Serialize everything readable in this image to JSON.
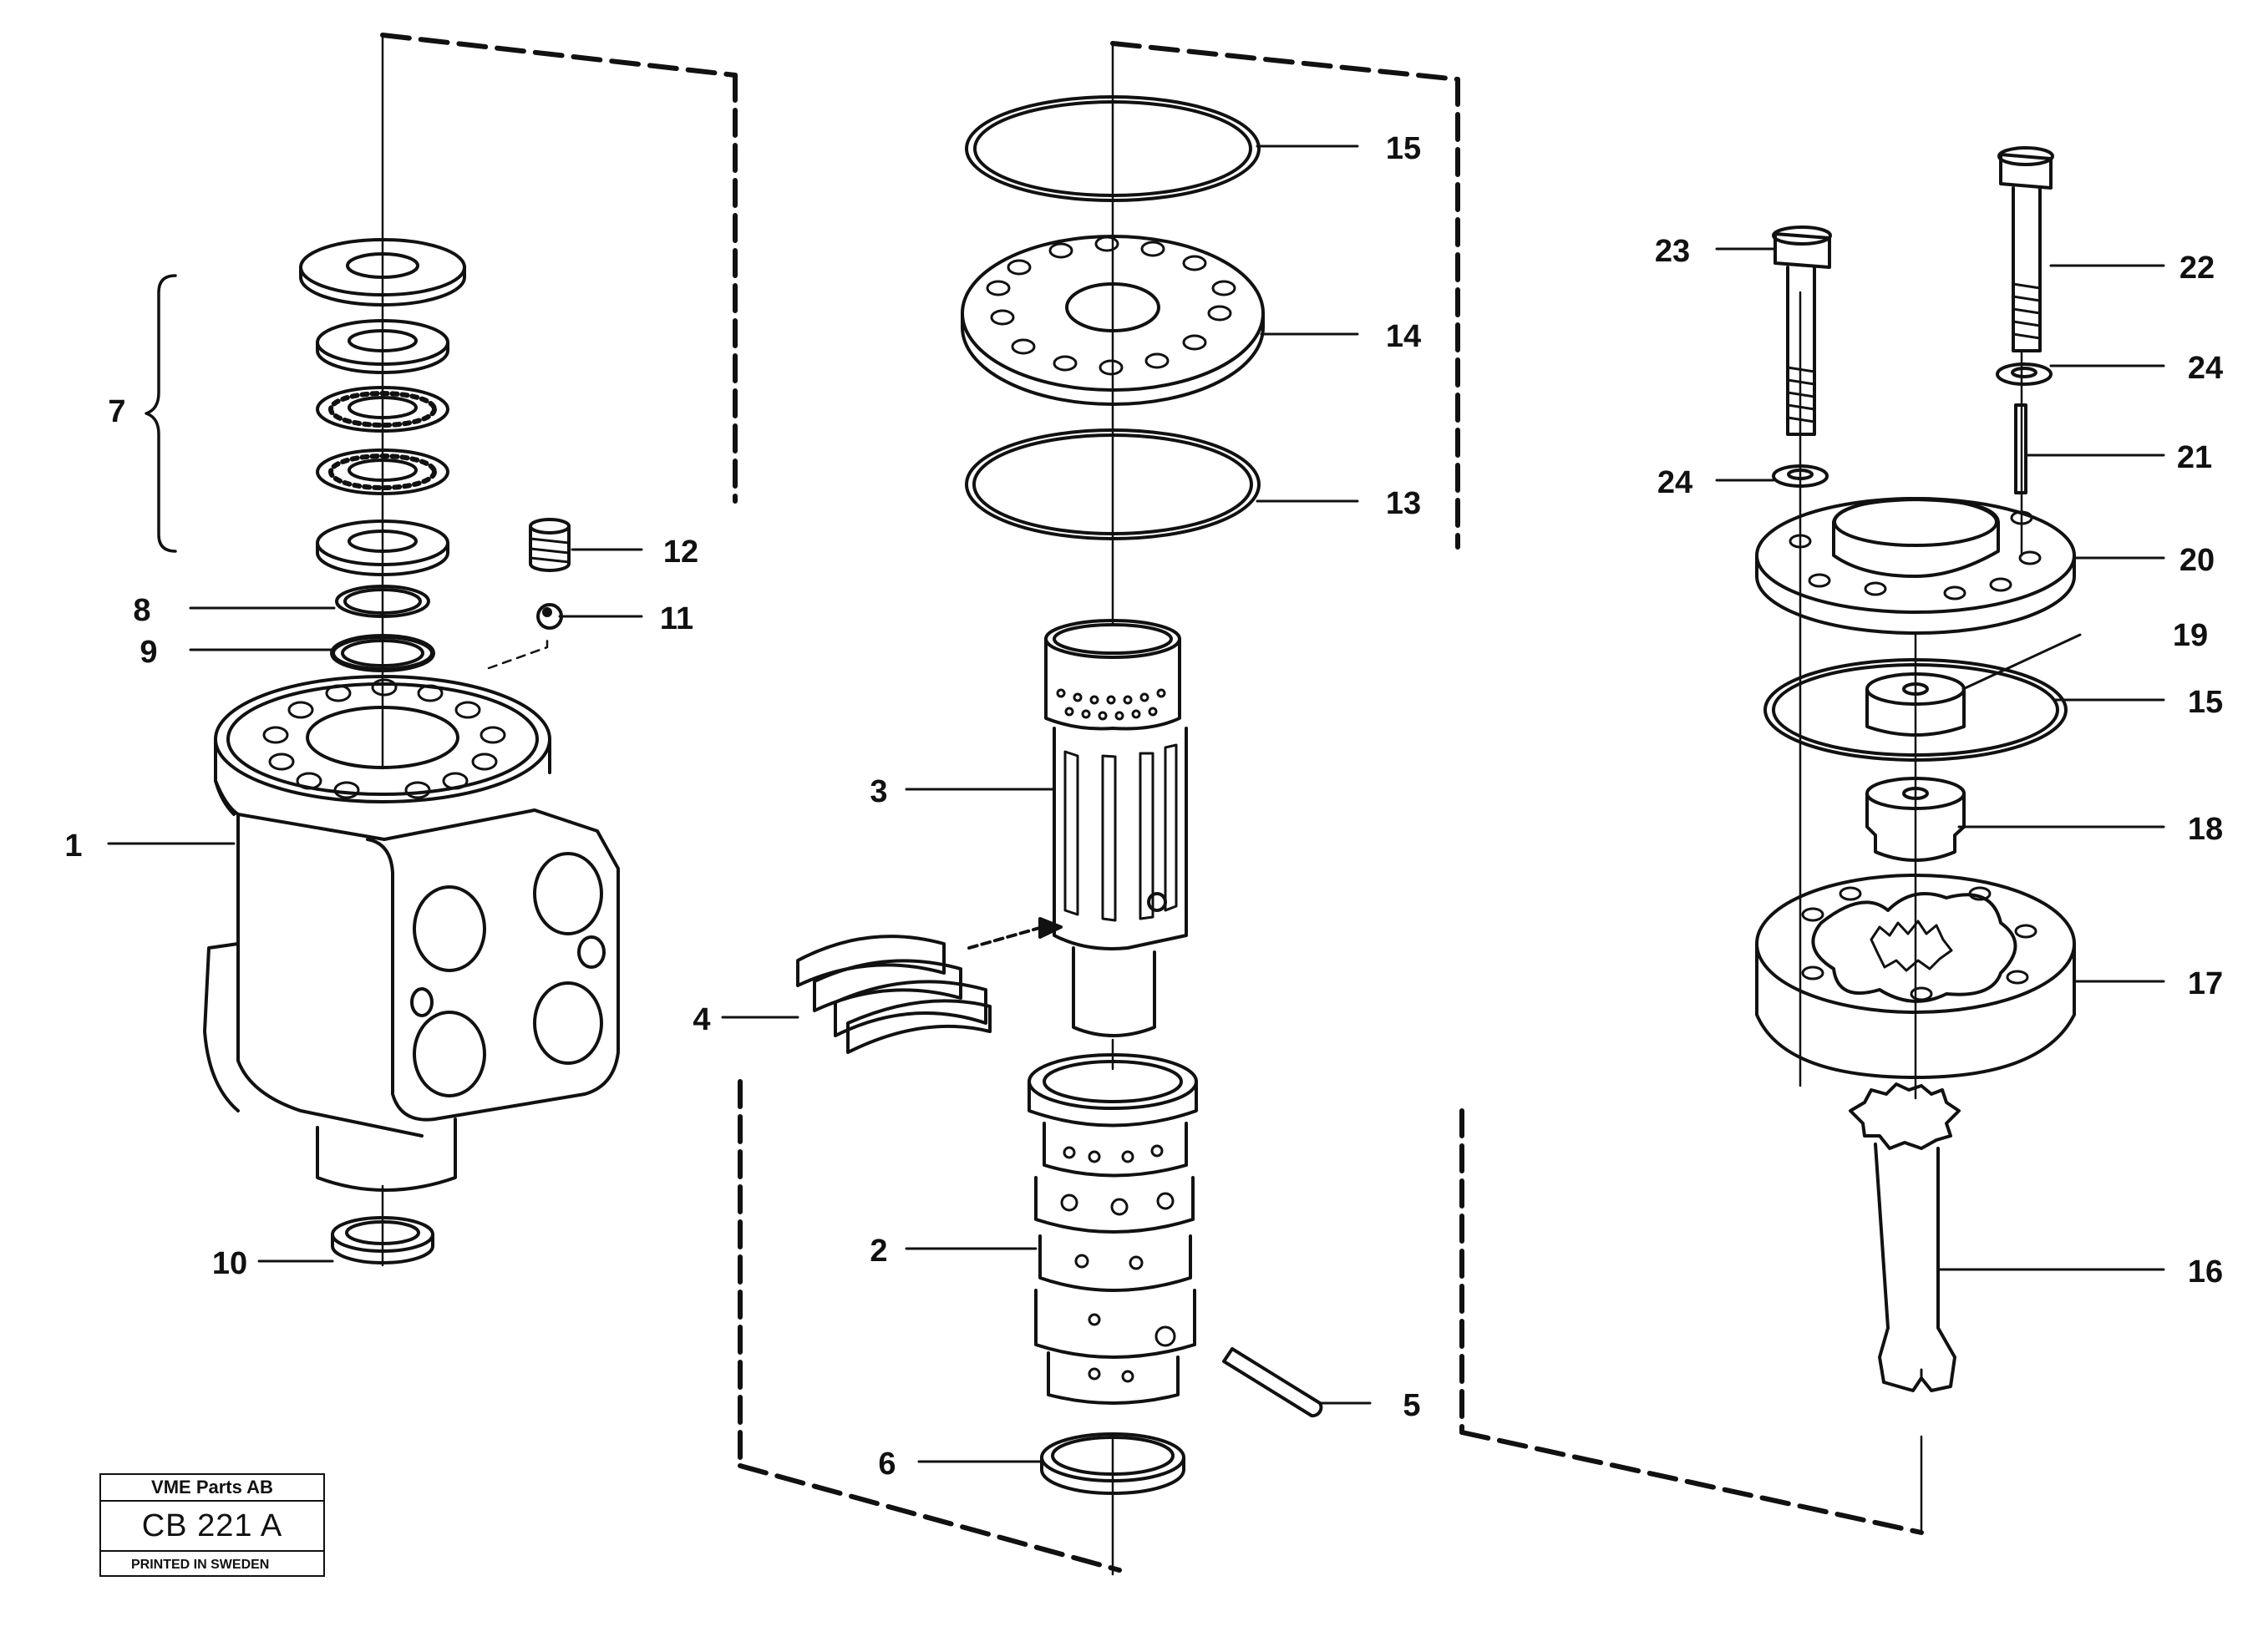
{
  "stamp": {
    "company": "VME Parts AB",
    "code": "CB 221  A",
    "printed": "PRINTED IN SWEDEN"
  },
  "part_labels": {
    "p1": "1",
    "p2": "2",
    "p3": "3",
    "p4": "4",
    "p5": "5",
    "p6": "6",
    "p7": "7",
    "p8": "8",
    "p9": "9",
    "p10": "10",
    "p11": "11",
    "p12": "12",
    "p13": "13",
    "p14": "14",
    "p15a": "15",
    "p15b": "15",
    "p16": "16",
    "p17": "17",
    "p18": "18",
    "p19": "19",
    "p20": "20",
    "p21": "21",
    "p22": "22",
    "p23": "23",
    "p24a": "24",
    "p24b": "24"
  }
}
